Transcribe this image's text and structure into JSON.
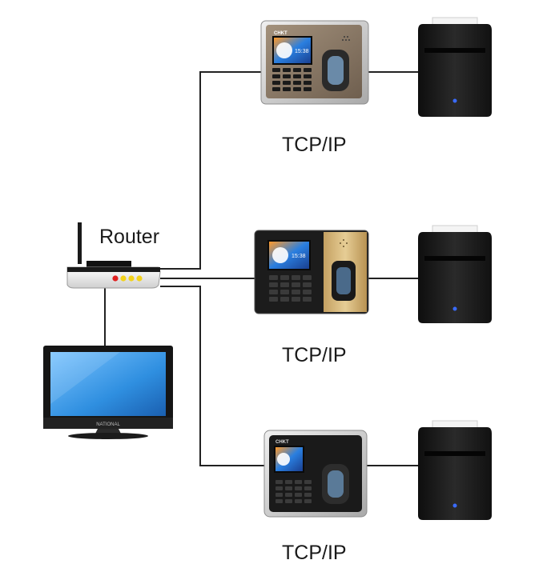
{
  "router": {
    "label": "Router"
  },
  "branches": [
    {
      "connection_label": "TCP/IP",
      "terminal_style": "brown-panel"
    },
    {
      "connection_label": "TCP/IP",
      "terminal_style": "gold-panel"
    },
    {
      "connection_label": "TCP/IP",
      "terminal_style": "silver-frame"
    }
  ],
  "terminal_screen_time": "15:38",
  "terminal_brand": "CHKT",
  "monitor_brand": "NATIONAL",
  "colors": {
    "line": "#222222",
    "screen_blue": "#2f8fe0",
    "led_red": "#e02020",
    "led_yellow": "#f2d21a",
    "printer_body": "#1c1c1c",
    "gold_panel": "#c9a96a"
  }
}
